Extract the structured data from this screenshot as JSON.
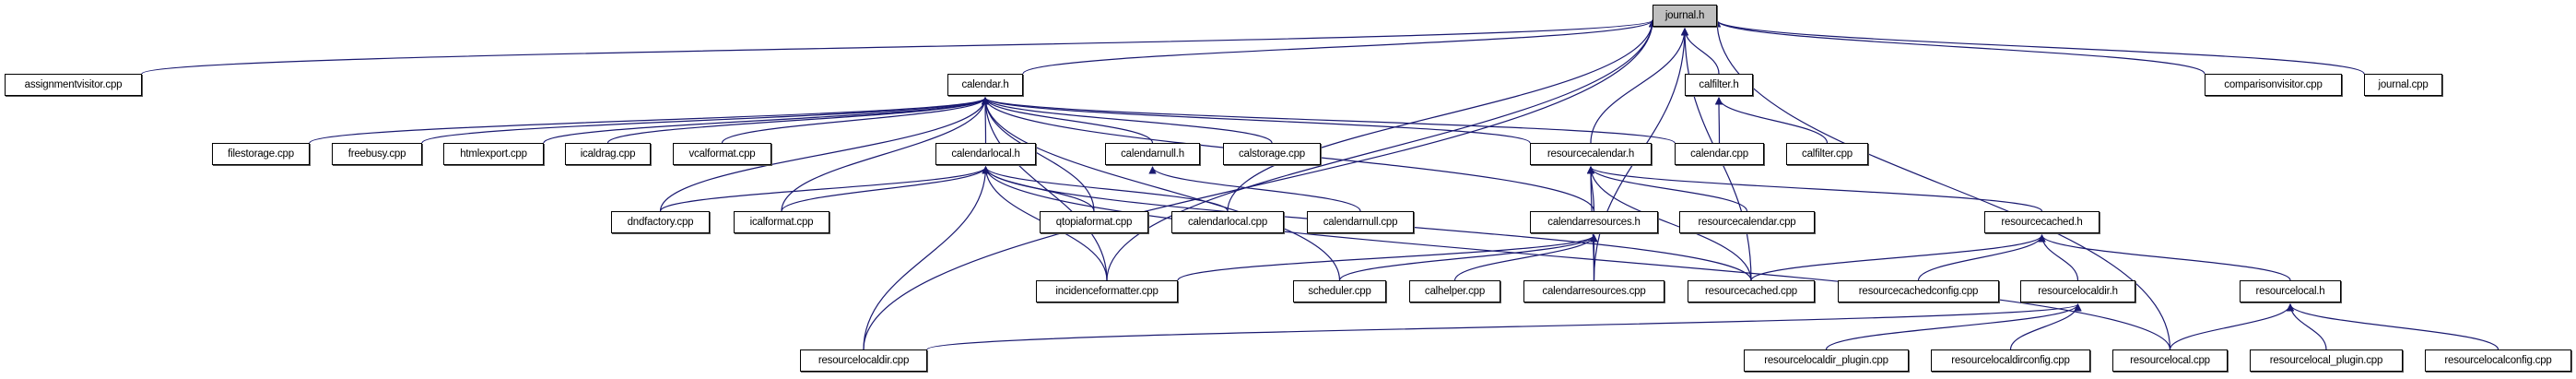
{
  "graph": {
    "focus_node": "journal.h",
    "colors": {
      "edge": "#191970",
      "focus_fill": "#bfbfbf",
      "node_fill": "#ffffff",
      "border": "#000000"
    },
    "nodes": [
      "journal.h",
      "assignmentvisitor.cpp",
      "calendar.h",
      "calfilter.h",
      "comparisonvisitor.cpp",
      "journal.cpp",
      "filestorage.cpp",
      "freebusy.cpp",
      "htmlexport.cpp",
      "icaldrag.cpp",
      "vcalformat.cpp",
      "calendarlocal.h",
      "calendarnull.h",
      "calstorage.cpp",
      "resourcecalendar.h",
      "calendar.cpp",
      "calfilter.cpp",
      "dndfactory.cpp",
      "icalformat.cpp",
      "qtopiaformat.cpp",
      "calendarlocal.cpp",
      "calendarnull.cpp",
      "calendarresources.h",
      "resourcecalendar.cpp",
      "resourcecached.h",
      "incidenceformatter.cpp",
      "scheduler.cpp",
      "calhelper.cpp",
      "calendarresources.cpp",
      "resourcecached.cpp",
      "resourcecachedconfig.cpp",
      "resourcelocaldir.h",
      "resourcelocal.h",
      "resourcelocaldir.cpp",
      "resourcelocaldir_plugin.cpp",
      "resourcelocaldirconfig.cpp",
      "resourcelocal.cpp",
      "resourcelocal_plugin.cpp",
      "resourcelocalconfig.cpp"
    ],
    "edges": [
      [
        "assignmentvisitor.cpp",
        "journal.h"
      ],
      [
        "calendar.h",
        "journal.h"
      ],
      [
        "calfilter.h",
        "journal.h"
      ],
      [
        "comparisonvisitor.cpp",
        "journal.h"
      ],
      [
        "journal.cpp",
        "journal.h"
      ],
      [
        "resourcecalendar.h",
        "journal.h"
      ],
      [
        "calendarlocal.cpp",
        "journal.h"
      ],
      [
        "incidenceformatter.cpp",
        "journal.h"
      ],
      [
        "calendarresources.cpp",
        "journal.h"
      ],
      [
        "resourcecached.cpp",
        "journal.h"
      ],
      [
        "resourcelocal.cpp",
        "journal.h"
      ],
      [
        "resourcelocaldir.cpp",
        "journal.h"
      ],
      [
        "filestorage.cpp",
        "calendar.h"
      ],
      [
        "freebusy.cpp",
        "calendar.h"
      ],
      [
        "htmlexport.cpp",
        "calendar.h"
      ],
      [
        "icaldrag.cpp",
        "calendar.h"
      ],
      [
        "vcalformat.cpp",
        "calendar.h"
      ],
      [
        "dndfactory.cpp",
        "calendar.h"
      ],
      [
        "icalformat.cpp",
        "calendar.h"
      ],
      [
        "calendarlocal.h",
        "calendar.h"
      ],
      [
        "qtopiaformat.cpp",
        "calendar.h"
      ],
      [
        "calendarnull.h",
        "calendar.h"
      ],
      [
        "calstorage.cpp",
        "calendar.h"
      ],
      [
        "resourcecalendar.h",
        "calendar.h"
      ],
      [
        "calendar.cpp",
        "calendar.h"
      ],
      [
        "calendarresources.h",
        "calendar.h"
      ],
      [
        "scheduler.cpp",
        "calendar.h"
      ],
      [
        "incidenceformatter.cpp",
        "calendar.h"
      ],
      [
        "dndfactory.cpp",
        "calendarlocal.h"
      ],
      [
        "icalformat.cpp",
        "calendarlocal.h"
      ],
      [
        "qtopiaformat.cpp",
        "calendarlocal.h"
      ],
      [
        "calendarlocal.cpp",
        "calendarlocal.h"
      ],
      [
        "incidenceformatter.cpp",
        "calendarlocal.h"
      ],
      [
        "resourcelocaldir.cpp",
        "calendarlocal.h"
      ],
      [
        "resourcecached.cpp",
        "calendarlocal.h"
      ],
      [
        "resourcelocal.cpp",
        "calendarlocal.h"
      ],
      [
        "calendarnull.cpp",
        "calendarnull.h"
      ],
      [
        "calendar.cpp",
        "calfilter.h"
      ],
      [
        "calfilter.cpp",
        "calfilter.h"
      ],
      [
        "calendarresources.h",
        "resourcecalendar.h"
      ],
      [
        "resourcecalendar.cpp",
        "resourcecalendar.h"
      ],
      [
        "resourcecached.h",
        "resourcecalendar.h"
      ],
      [
        "calendarresources.cpp",
        "resourcecalendar.h"
      ],
      [
        "resourcecached.cpp",
        "resourcecalendar.h"
      ],
      [
        "incidenceformatter.cpp",
        "calendarresources.h"
      ],
      [
        "scheduler.cpp",
        "calendarresources.h"
      ],
      [
        "calhelper.cpp",
        "calendarresources.h"
      ],
      [
        "calendarresources.cpp",
        "calendarresources.h"
      ],
      [
        "resourcecached.cpp",
        "resourcecached.h"
      ],
      [
        "resourcecachedconfig.cpp",
        "resourcecached.h"
      ],
      [
        "resourcelocaldir.h",
        "resourcecached.h"
      ],
      [
        "resourcelocal.h",
        "resourcecached.h"
      ],
      [
        "resourcelocaldir.cpp",
        "resourcelocaldir.h"
      ],
      [
        "resourcelocaldir_plugin.cpp",
        "resourcelocaldir.h"
      ],
      [
        "resourcelocaldirconfig.cpp",
        "resourcelocaldir.h"
      ],
      [
        "resourcelocal.cpp",
        "resourcelocal.h"
      ],
      [
        "resourcelocal_plugin.cpp",
        "resourcelocal.h"
      ],
      [
        "resourcelocalconfig.cpp",
        "resourcelocal.h"
      ]
    ]
  }
}
